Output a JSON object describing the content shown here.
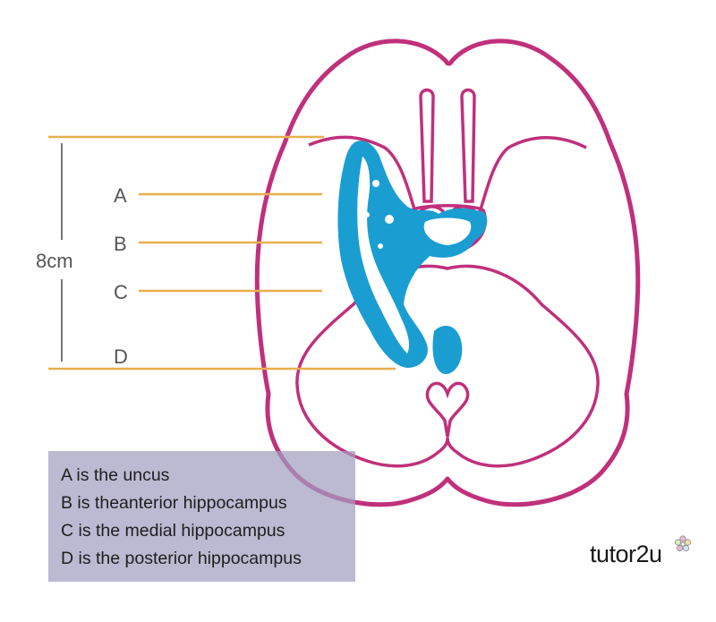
{
  "colors": {
    "brain_outline": "#c0307c",
    "hippocampus": "#1a9ed2",
    "guide_line": "#e7b04e",
    "scale_bar": "#777777",
    "legend_bg": "#a29ec0"
  },
  "scale": {
    "label": "8cm"
  },
  "labels": [
    {
      "letter": "A"
    },
    {
      "letter": "B"
    },
    {
      "letter": "C"
    },
    {
      "letter": "D"
    }
  ],
  "legend": [
    {
      "letter": "A",
      "text": " is the uncus"
    },
    {
      "letter": "B",
      "text": " is theanterior hippocampus"
    },
    {
      "letter": "C",
      "text": " is the medial hippocampus"
    },
    {
      "letter": "D",
      "text": " is the posterior hippocampus"
    }
  ],
  "brand": {
    "name": "tutor2u"
  }
}
